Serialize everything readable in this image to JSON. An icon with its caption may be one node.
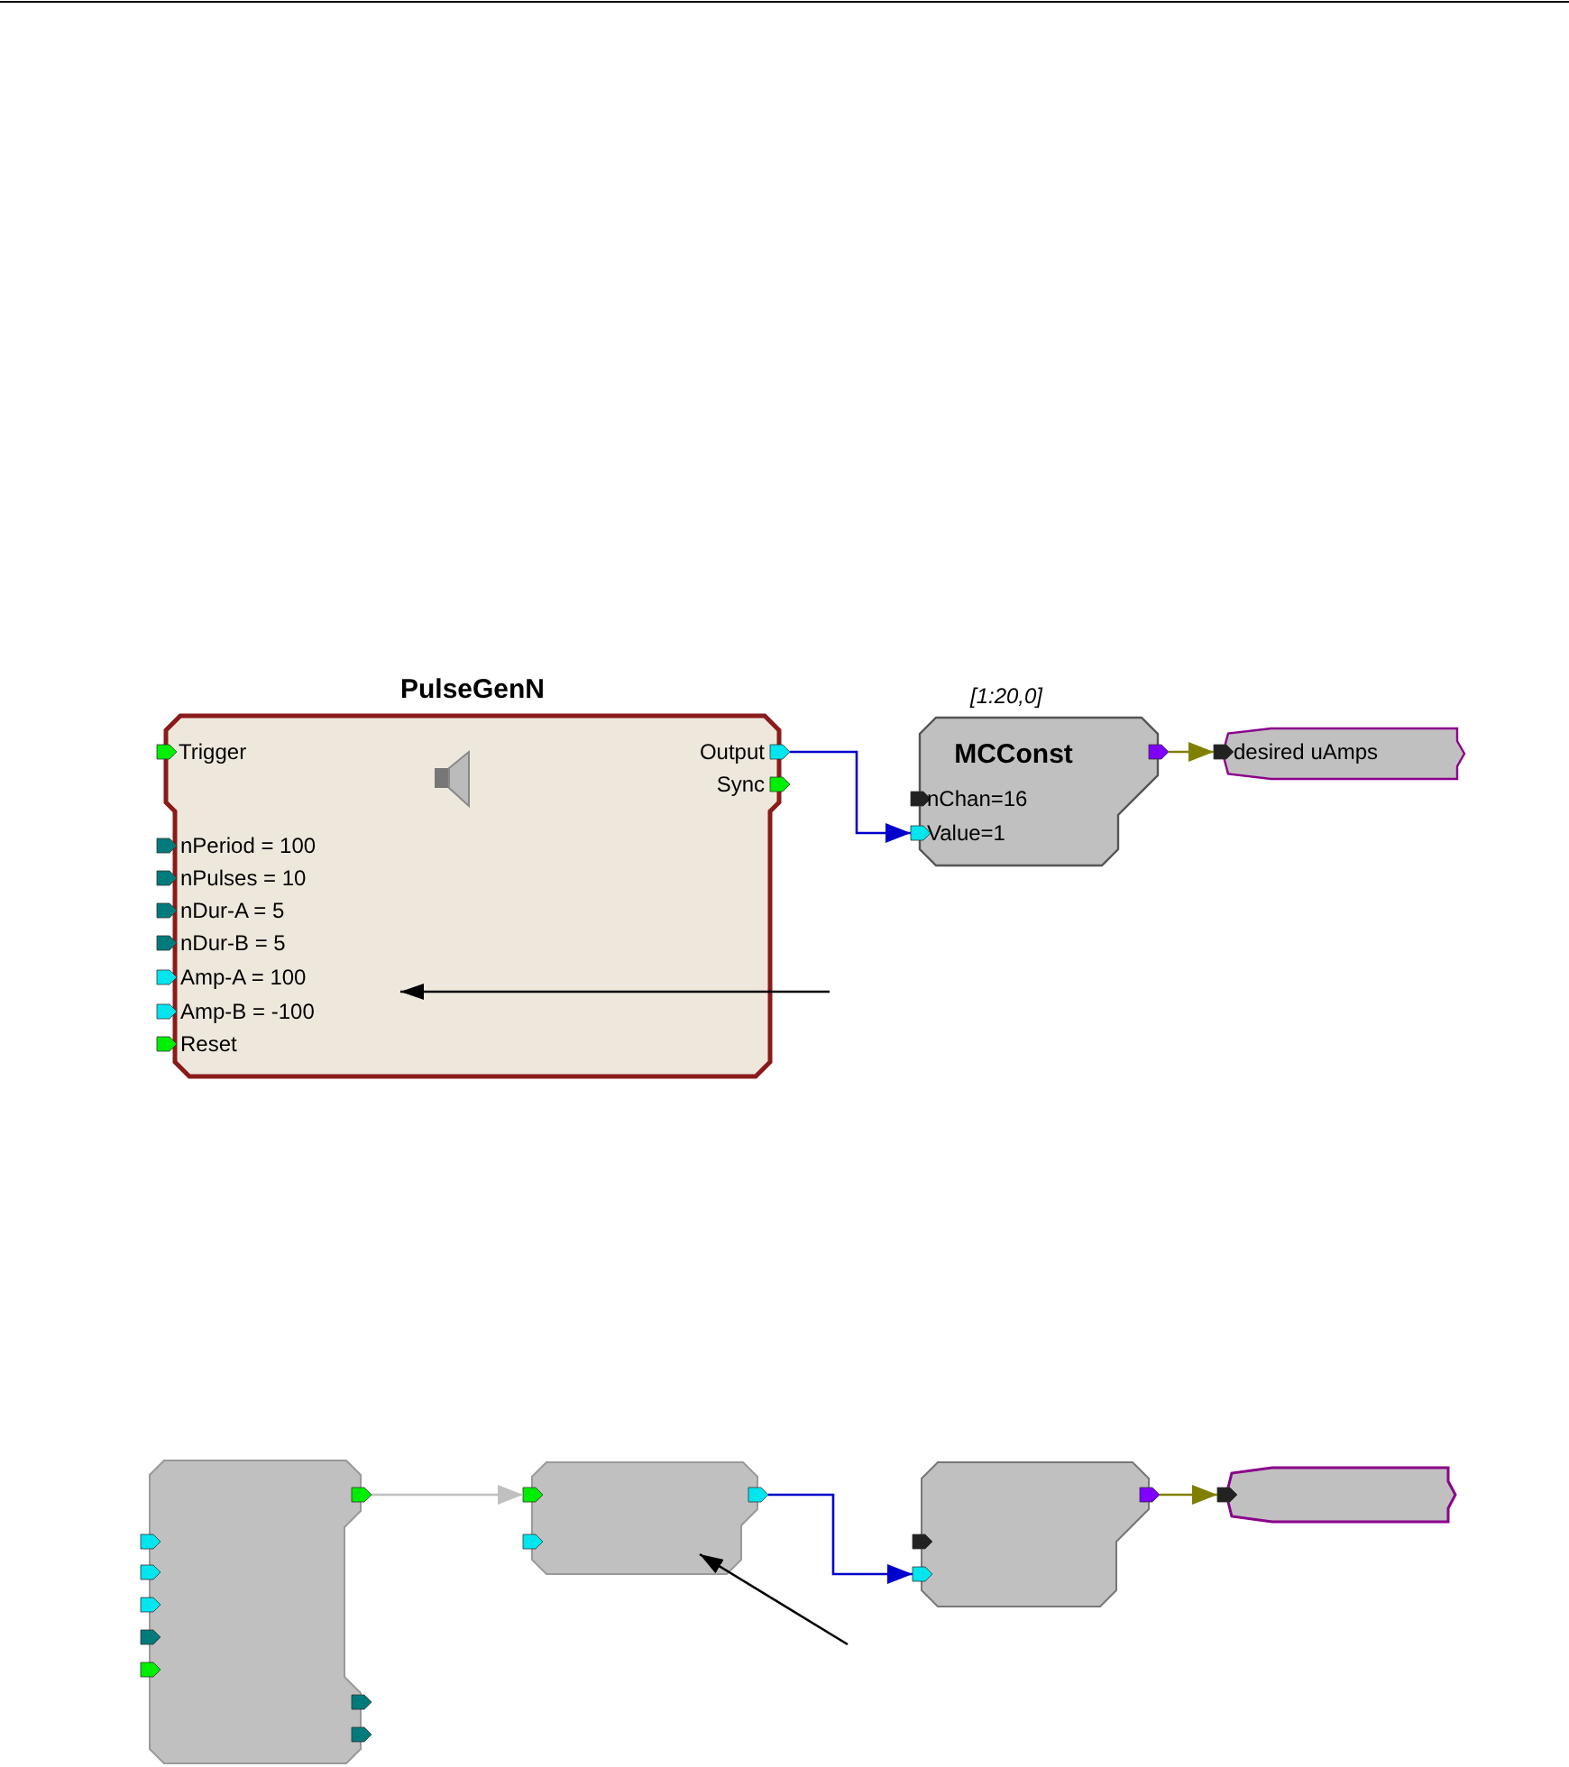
{
  "diagram": {
    "nodes": [
      {
        "text": [
          "PulseGenN",
          "Trigger",
          "Output",
          "Sync",
          "nPeriod = 100",
          "nPulses = 10",
          "nDur-A = 5",
          "nDur-B = 5",
          "Amp-A = 100",
          "Amp-B = -100",
          "Reset"
        ]
      },
      {
        "text": [
          "MCConst",
          "nChan=16",
          "Value=1"
        ],
        "beside": [
          "[1:20,0]"
        ]
      },
      {
        "text": [
          "desired uAmps"
        ]
      },
      {
        "text": [],
        "shape": "box"
      },
      {
        "text": [],
        "shape": "box"
      },
      {
        "text": [],
        "shape": "box"
      },
      {
        "text": [],
        "shape": "tag"
      }
    ],
    "edges": [
      {
        "from": 0,
        "to": 1,
        "arrow": "to",
        "color": "#0000cc"
      },
      {
        "from": 1,
        "to": 2,
        "arrow": "to",
        "color": "#808000"
      },
      {
        "from": null,
        "to": 0,
        "arrow": "to",
        "color": "#000000"
      },
      {
        "from": 3,
        "to": 4,
        "arrow": "to",
        "color": "#c0c0c0"
      },
      {
        "from": 4,
        "to": 5,
        "arrow": "to",
        "color": "#0000cc"
      },
      {
        "from": 5,
        "to": 6,
        "arrow": "to",
        "color": "#808000"
      },
      {
        "from": null,
        "to": 4,
        "arrow": "to",
        "color": "#000000"
      }
    ]
  }
}
